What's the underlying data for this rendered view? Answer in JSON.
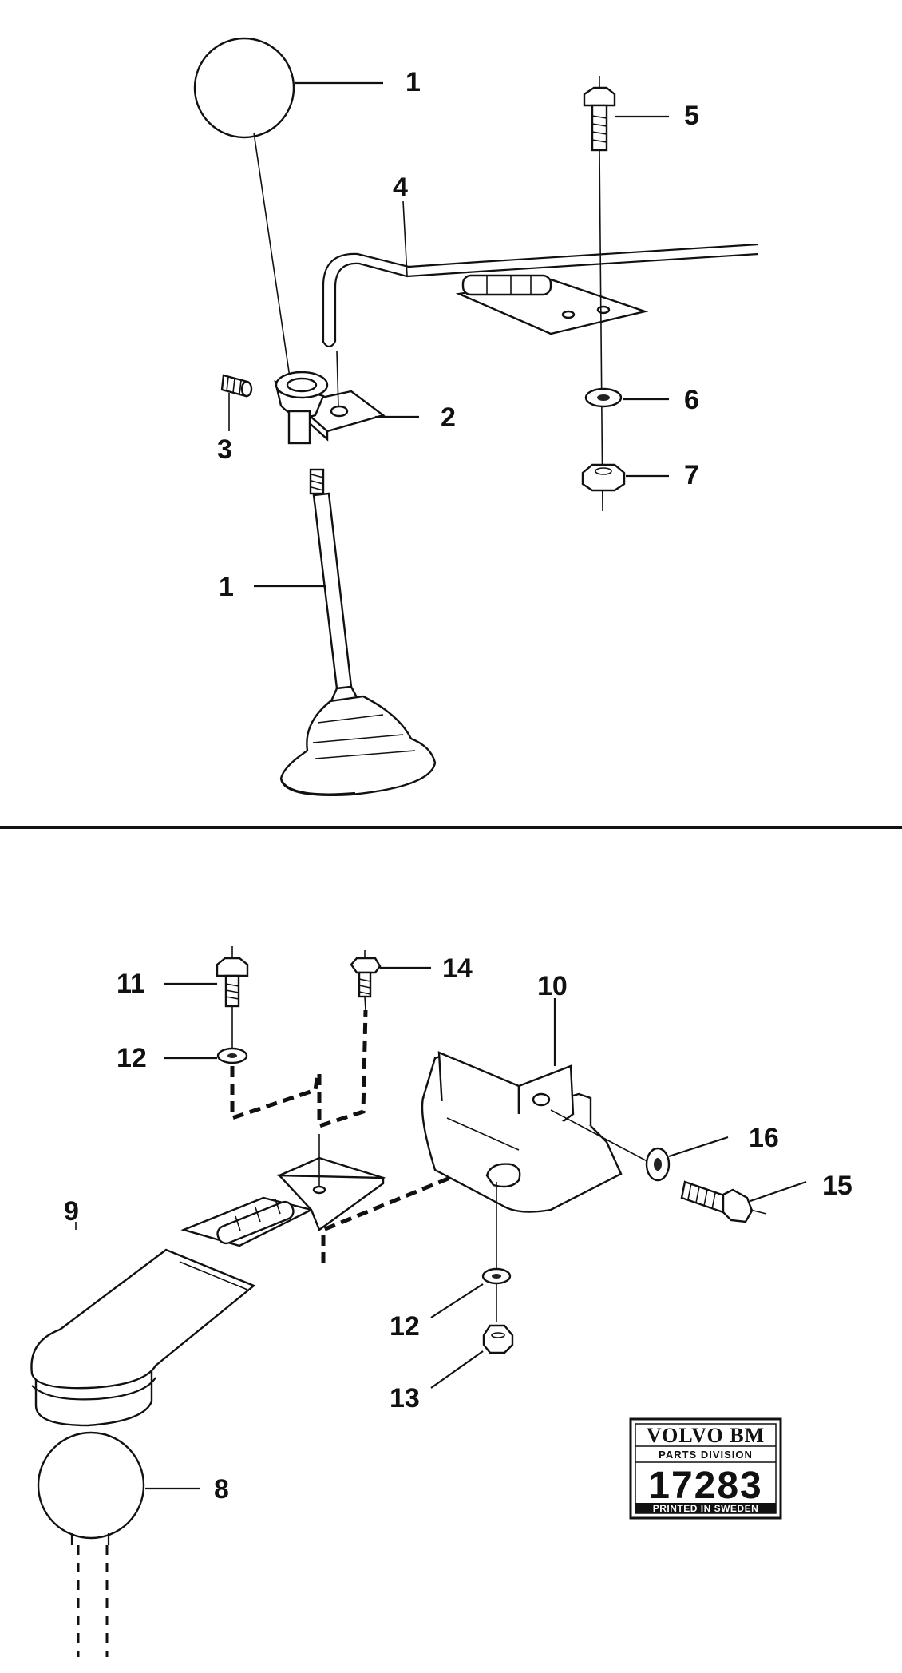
{
  "diagram": {
    "callouts_top": [
      {
        "id": "c1a",
        "label": "1"
      },
      {
        "id": "c5",
        "label": "5"
      },
      {
        "id": "c4",
        "label": "4"
      },
      {
        "id": "c6",
        "label": "6"
      },
      {
        "id": "c3",
        "label": "3"
      },
      {
        "id": "c2",
        "label": "2"
      },
      {
        "id": "c7",
        "label": "7"
      },
      {
        "id": "c1b",
        "label": "1"
      }
    ],
    "callouts_bottom": [
      {
        "id": "c11",
        "label": "11"
      },
      {
        "id": "c14",
        "label": "14"
      },
      {
        "id": "c10",
        "label": "10"
      },
      {
        "id": "c12a",
        "label": "12"
      },
      {
        "id": "c16",
        "label": "16"
      },
      {
        "id": "c15",
        "label": "15"
      },
      {
        "id": "c9",
        "label": "9"
      },
      {
        "id": "c12b",
        "label": "12"
      },
      {
        "id": "c13",
        "label": "13"
      },
      {
        "id": "c8",
        "label": "8"
      }
    ]
  },
  "stamp": {
    "brand": "VOLVO BM",
    "division": "PARTS DIVISION",
    "number": "17283",
    "printed": "PRINTED IN SWEDEN"
  }
}
